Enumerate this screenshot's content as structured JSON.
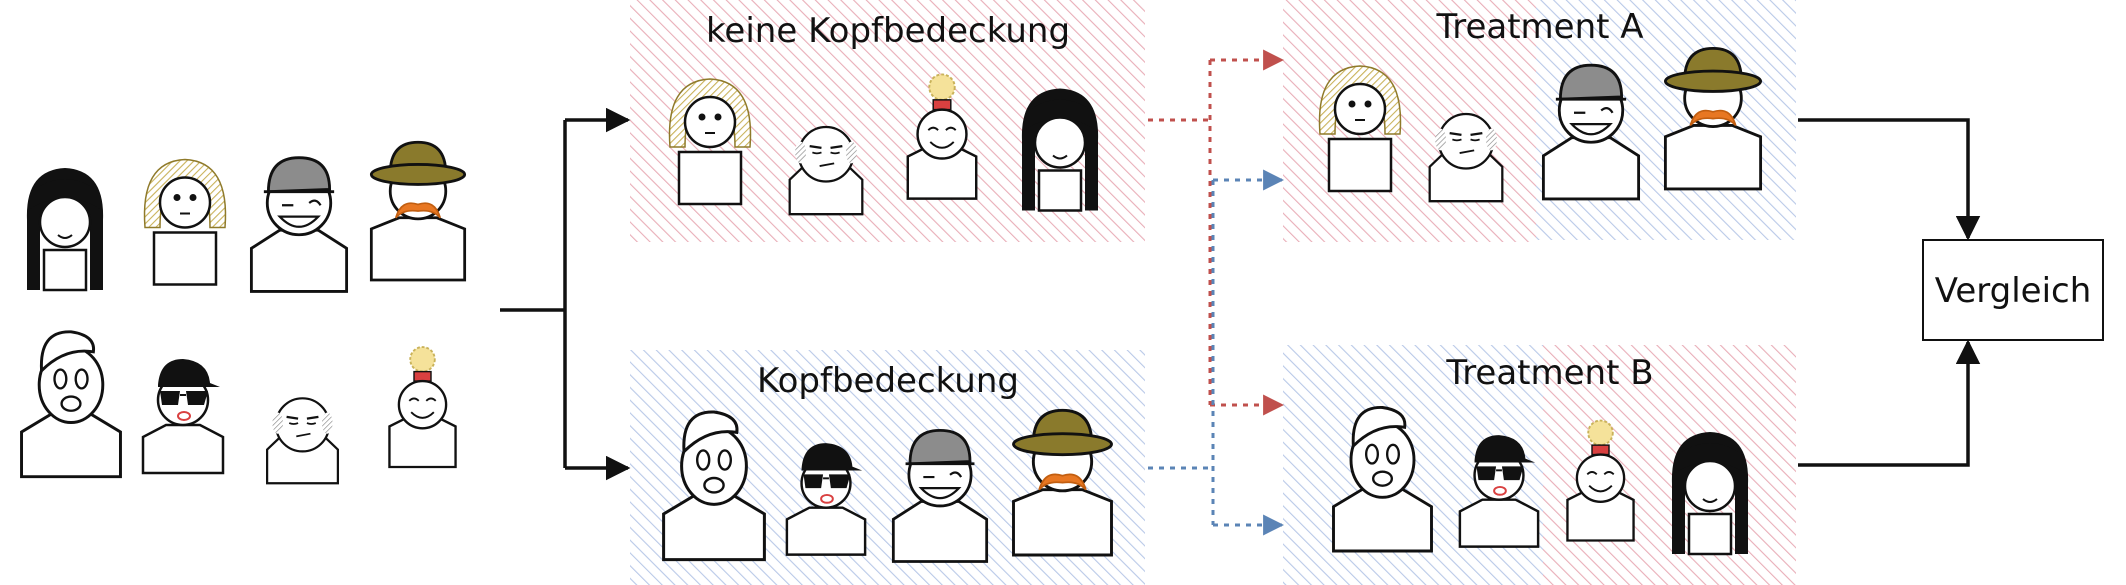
{
  "labels": {
    "no_headwear": "keine Kopfbedeckung",
    "headwear": "Kopfbedeckung",
    "treatment_a": "Treatment A",
    "treatment_b": "Treatment B",
    "comparison": "Vergleich"
  },
  "colors": {
    "red_hatch": "#e9aeb8",
    "blue_hatch": "#b9c9e8",
    "red_arrow": "#c0504d",
    "blue_arrow": "#5b84b6",
    "ink": "#111111",
    "blond": "#c9b25a",
    "grey_cap": "#8c8c8c",
    "hat": "#8a7a2c",
    "mustache": "#e87722",
    "bun": "#f5e29a",
    "band": "#d94040"
  },
  "people": {
    "woman_black_hair": {
      "icon": "woman-black-hair-icon"
    },
    "blond_person": {
      "icon": "blond-person-icon"
    },
    "bald_glasses": {
      "icon": "bald-grey-sideburns-icon"
    },
    "bun_person": {
      "icon": "bun-smile-icon"
    },
    "white_cap": {
      "icon": "white-cap-icon"
    },
    "cap_sunglasses": {
      "icon": "black-cap-sunglasses-icon"
    },
    "grey_cap": {
      "icon": "grey-cap-icon"
    },
    "hat_mustache": {
      "icon": "hat-mustache-icon"
    }
  }
}
